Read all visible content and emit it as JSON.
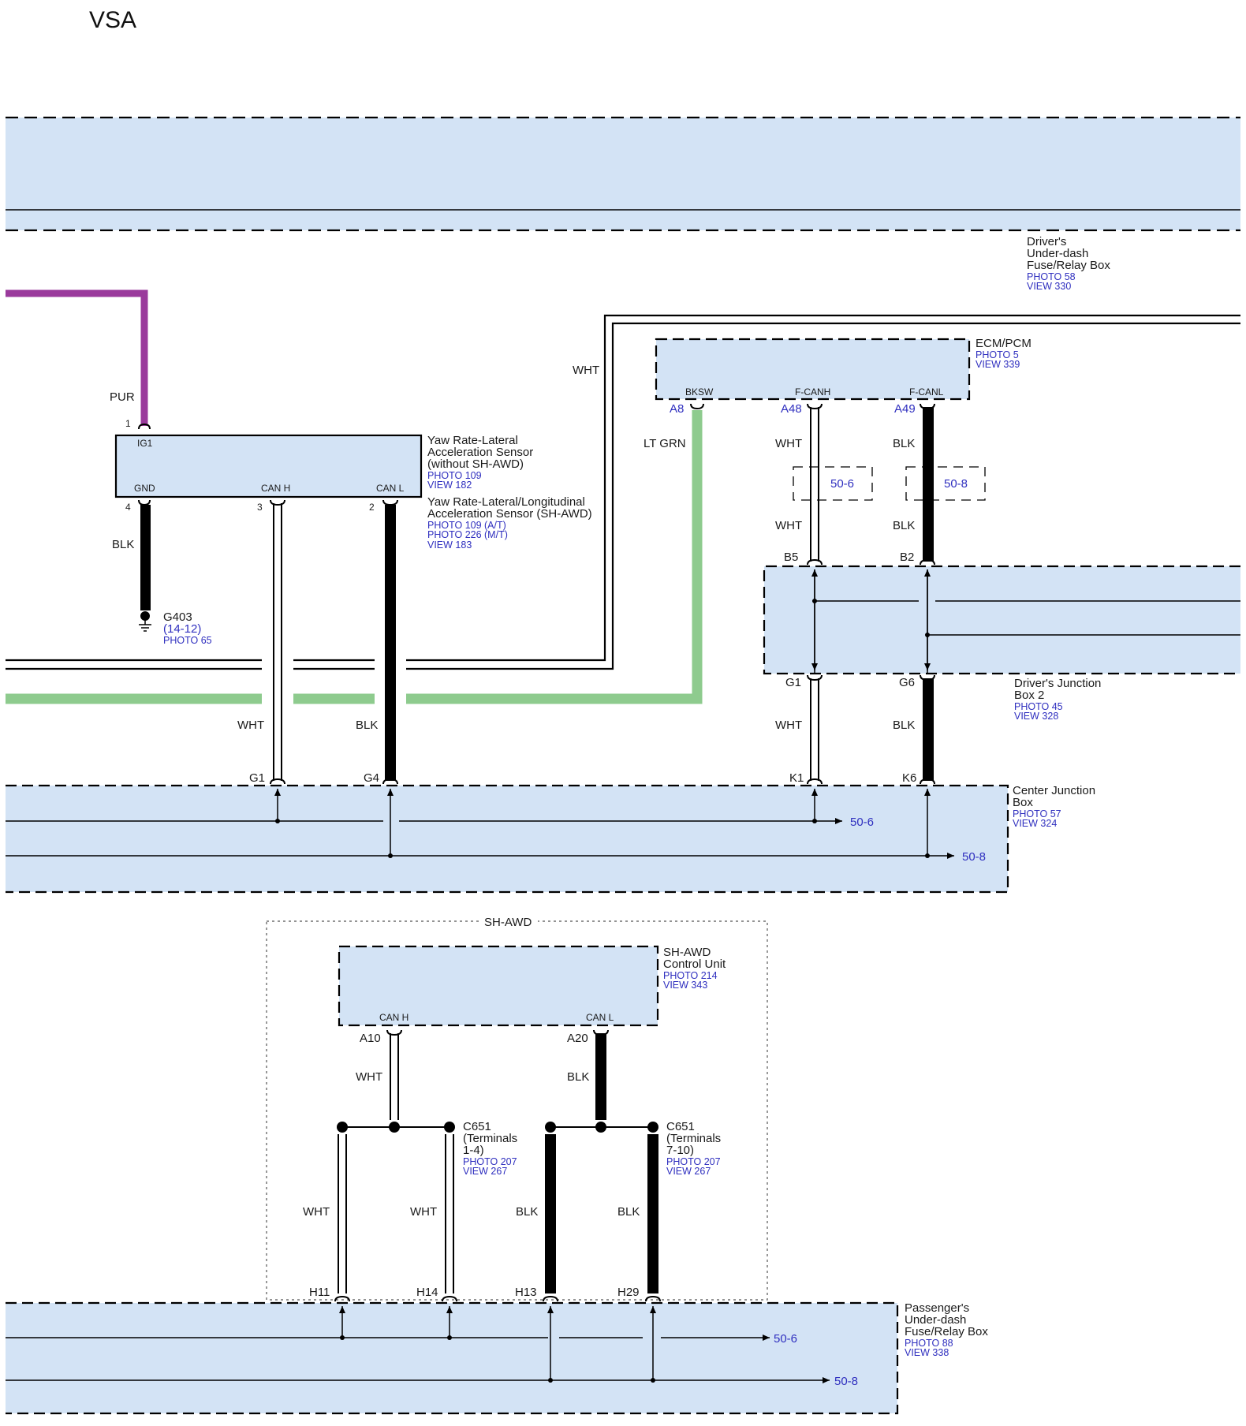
{
  "title": "VSA",
  "colors": {
    "box_fill": "#d3e3f5",
    "purple": "#9a3a9c",
    "lt_green": "#8ecb8e",
    "link_blue": "#2f2fbf",
    "black": "#000000"
  },
  "drivers_fuse_box": {
    "name_lines": [
      "Driver's",
      "Under-dash",
      "Fuse/Relay Box"
    ],
    "photo": "PHOTO 58",
    "view": "VIEW 330"
  },
  "ecm": {
    "name": "ECM/PCM",
    "photo": "PHOTO 5",
    "view": "VIEW 339",
    "pins": [
      {
        "label": "BKSW",
        "terminal": "A8"
      },
      {
        "label": "F-CANH",
        "terminal": "A48"
      },
      {
        "label": "F-CANL",
        "terminal": "A49"
      }
    ]
  },
  "yaw_sensor": {
    "name_lines": [
      "Yaw Rate-Lateral",
      "Acceleration Sensor",
      "(without SH-AWD)"
    ],
    "photo": "PHOTO 109",
    "view": "VIEW 182",
    "alt_name_lines": [
      "Yaw Rate-Lateral/Longitudinal",
      "Acceleration Sensor (SH-AWD)"
    ],
    "alt_photos": [
      "PHOTO 109 (A/T)",
      "PHOTO 226 (M/T)",
      "VIEW 183"
    ],
    "pins": [
      {
        "label": "IG1",
        "number": "1"
      },
      {
        "label": "GND",
        "number": "4"
      },
      {
        "label": "CAN H",
        "number": "3"
      },
      {
        "label": "CAN L",
        "number": "2"
      }
    ]
  },
  "ground": {
    "name": "G403",
    "ref": "(14-12)",
    "photo": "PHOTO 65"
  },
  "wires": {
    "pur": "PUR",
    "wht": "WHT",
    "blk": "BLK",
    "lt_grn": "LT GRN"
  },
  "refs": {
    "can_h": "50-6",
    "can_l": "50-8"
  },
  "drivers_junction_box": {
    "name_lines": [
      "Driver's Junction",
      "Box 2"
    ],
    "photo": "PHOTO 45",
    "view": "VIEW 328",
    "terminals": [
      "B5",
      "B2",
      "G1",
      "G6"
    ]
  },
  "center_junction_box": {
    "name_lines": [
      "Center Junction",
      "Box"
    ],
    "photo": "PHOTO 57",
    "view": "VIEW 324",
    "terminals": [
      "G1",
      "G4",
      "K1",
      "K6"
    ]
  },
  "sh_awd": {
    "group_label": "SH-AWD",
    "name_lines": [
      "SH-AWD",
      "Control Unit"
    ],
    "photo": "PHOTO 214",
    "view": "VIEW 343",
    "pins": [
      {
        "label": "CAN H",
        "terminal": "A10"
      },
      {
        "label": "CAN L",
        "terminal": "A20"
      }
    ]
  },
  "c651_a": {
    "name_lines": [
      "C651",
      "(Terminals",
      "1-4)"
    ],
    "photo": "PHOTO 207",
    "view": "VIEW 267"
  },
  "c651_b": {
    "name_lines": [
      "C651",
      "(Terminals",
      "7-10)"
    ],
    "photo": "PHOTO 207",
    "view": "VIEW 267"
  },
  "passengers_fuse_box": {
    "name_lines": [
      "Passenger's",
      "Under-dash",
      "Fuse/Relay Box"
    ],
    "photo": "PHOTO 88",
    "view": "VIEW 338",
    "terminals": [
      "H11",
      "H14",
      "H13",
      "H29"
    ]
  }
}
